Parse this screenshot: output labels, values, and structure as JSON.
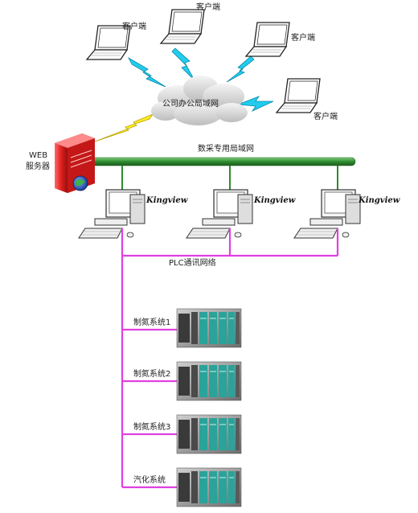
{
  "clients": [
    {
      "label": "客户端"
    },
    {
      "label": "客户端"
    },
    {
      "label": "客户端"
    },
    {
      "label": "客户端"
    }
  ],
  "office_lan": {
    "label": "公司办公局域网"
  },
  "web_server": {
    "label_line1": "WEB",
    "label_line2": "服务器"
  },
  "data_lan": {
    "label": "数采专用局域网"
  },
  "workstations": [
    {
      "brand": "Kingview"
    },
    {
      "brand": "Kingview"
    },
    {
      "brand": "Kingview"
    }
  ],
  "plc_network": {
    "label": "PLC通讯网络"
  },
  "plc_systems": [
    {
      "label": "制氮系统1"
    },
    {
      "label": "制氮系统2"
    },
    {
      "label": "制氮系统3"
    },
    {
      "label": "汽化系统"
    }
  ],
  "colors": {
    "data_lan_bar": "#2e8b2e",
    "plc_line": "#e040e0",
    "lightning": "#22ccee",
    "lightning_server": "#ffee22",
    "server_body": "#dd2222"
  }
}
